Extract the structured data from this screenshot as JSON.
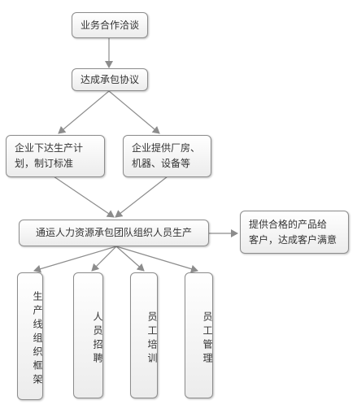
{
  "nodes": {
    "negotiate": "业务合作洽谈",
    "agreement": "达成承包协议",
    "plan": "企业下达生产计\n划，制订标准",
    "provide": "企业提供厂房、\n机器、设备等",
    "team": "通运人力资源承包团队组织人员生产",
    "deliver": "提供合格的产品给\n客户，达成客户满意",
    "framework": "生产线组织框架",
    "recruit": "人员招聘",
    "training": "员工培训",
    "management": "员工管理"
  },
  "colors": {
    "line": "#8c8c8c",
    "arrow": "#8c8c8c"
  }
}
